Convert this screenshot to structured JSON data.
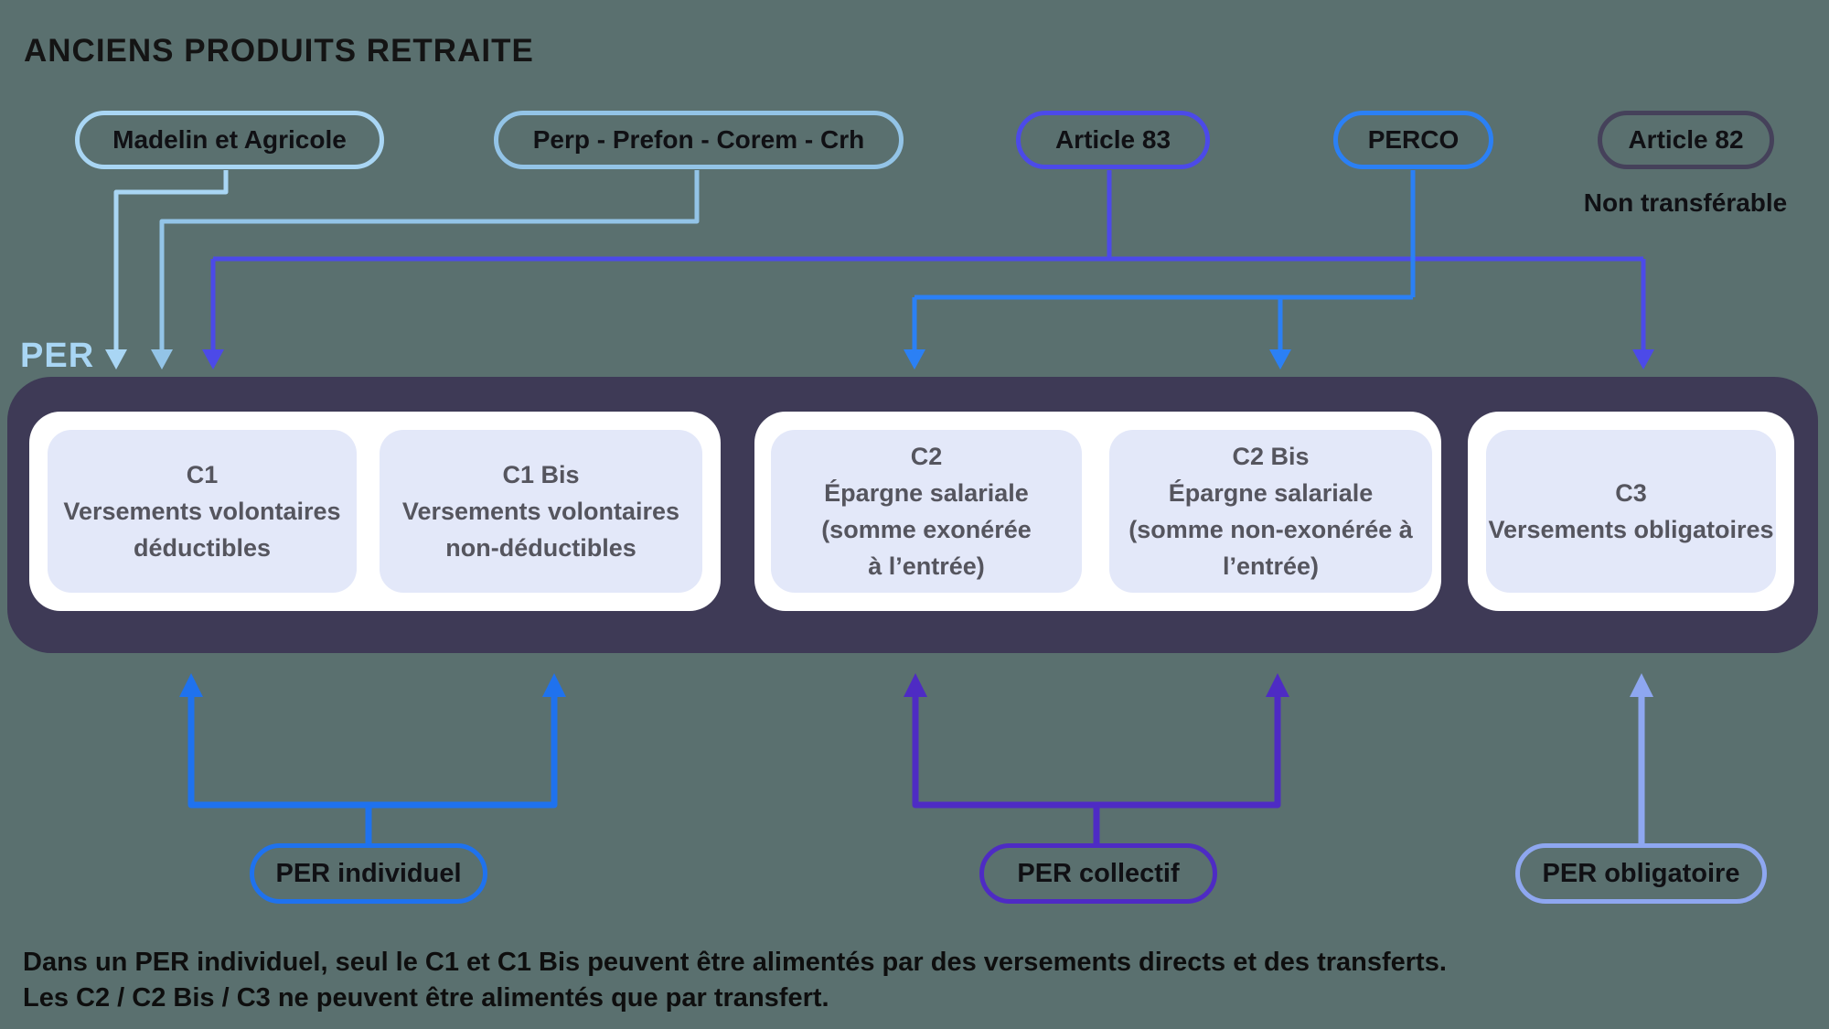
{
  "title": "ANCIENS PRODUITS RETRAITE",
  "colors": {
    "background": "#5A706F",
    "container": "#3E3A56",
    "card": "#FFFFFF",
    "compartment_fill": "#E3E8F9",
    "compartment_text": "#55555E",
    "madelin": "#A9D6F4",
    "perp": "#93C4E7",
    "article83": "#4C4AE8",
    "perco": "#2B80F5",
    "article82": "#45415A",
    "per_label": "#A9D6F4",
    "individuel": "#1F72EE",
    "collectif": "#4E2BC4",
    "obligatoire": "#8EA7F0",
    "text": "#131313"
  },
  "old_products": {
    "madelin": {
      "label": "Madelin et Agricole"
    },
    "perp": {
      "label": "Perp - Prefon - Corem - Crh"
    },
    "article83": {
      "label": "Article 83"
    },
    "perco": {
      "label": "PERCO"
    },
    "article82": {
      "label": "Article 82",
      "note": "Non transférable"
    }
  },
  "per": {
    "label": "PER",
    "compartments": {
      "c1": {
        "text": "C1\nVersements volontaires\ndéductibles"
      },
      "c1bis": {
        "text": "C1 Bis\nVersements volontaires\nnon-déductibles"
      },
      "c2": {
        "text": "C2\nÉpargne salariale\n(somme exonérée\nà l’entrée)"
      },
      "c2bis": {
        "text": "C2 Bis\nÉpargne salariale\n(somme non-exonérée à\nl’entrée)"
      },
      "c3": {
        "text": "C3\nVersements obligatoires"
      }
    }
  },
  "new_plans": {
    "individuel": {
      "label": "PER individuel"
    },
    "collectif": {
      "label": "PER collectif"
    },
    "obligatoire": {
      "label": "PER obligatoire"
    }
  },
  "footnote": {
    "line1": "Dans un PER individuel, seul le C1 et C1 Bis peuvent être alimentés par des versements directs et des transferts.",
    "line2": "Les C2 / C2 Bis / C3 ne peuvent être alimentés que par transfert."
  }
}
